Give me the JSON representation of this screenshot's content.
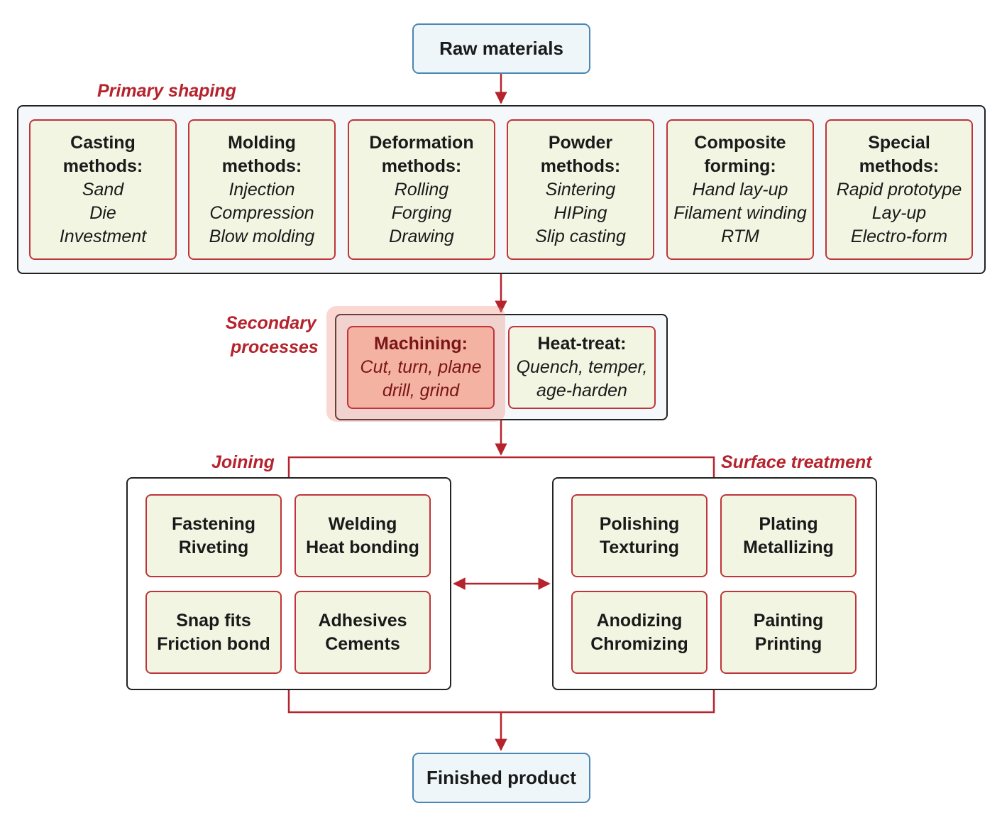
{
  "raw_materials": "Raw materials",
  "finished_product": "Finished product",
  "labels": {
    "primary": "Primary shaping",
    "secondary_line1": "Secondary",
    "secondary_line2": "processes",
    "joining": "Joining",
    "surface": "Surface treatment"
  },
  "primary": [
    {
      "h1": "Casting",
      "h2": "methods:",
      "items": [
        "Sand",
        "Die",
        "Investment"
      ]
    },
    {
      "h1": "Molding",
      "h2": "methods:",
      "items": [
        "Injection",
        "Compression",
        "Blow molding"
      ]
    },
    {
      "h1": "Deformation",
      "h2": "methods:",
      "items": [
        "Rolling",
        "Forging",
        "Drawing"
      ]
    },
    {
      "h1": "Powder",
      "h2": "methods:",
      "items": [
        "Sintering",
        "HIPing",
        "Slip casting"
      ]
    },
    {
      "h1": "Composite",
      "h2": "forming:",
      "items": [
        "Hand lay-up",
        "Filament winding",
        "RTM"
      ]
    },
    {
      "h1": "Special",
      "h2": "methods:",
      "items": [
        "Rapid prototype",
        "Lay-up",
        "Electro-form"
      ]
    }
  ],
  "secondary": [
    {
      "h1": "Machining:",
      "items": [
        "Cut, turn, plane",
        "drill, grind"
      ]
    },
    {
      "h1": "Heat-treat:",
      "items": [
        "Quench, temper,",
        "age-harden"
      ]
    }
  ],
  "joining": [
    {
      "l1": "Fastening",
      "l2": "Riveting"
    },
    {
      "l1": "Welding",
      "l2": "Heat bonding"
    },
    {
      "l1": "Snap fits",
      "l2": "Friction bond"
    },
    {
      "l1": "Adhesives",
      "l2": "Cements"
    }
  ],
  "surface": [
    {
      "l1": "Polishing",
      "l2": "Texturing"
    },
    {
      "l1": "Plating",
      "l2": "Metallizing"
    },
    {
      "l1": "Anodizing",
      "l2": "Chromizing"
    },
    {
      "l1": "Painting",
      "l2": "Printing"
    }
  ],
  "colors": {
    "accent_red": "#b5232d",
    "terminal_border": "#4a87b5",
    "card_fill": "#f3f5e3",
    "highlight": "#f4b3a2"
  }
}
